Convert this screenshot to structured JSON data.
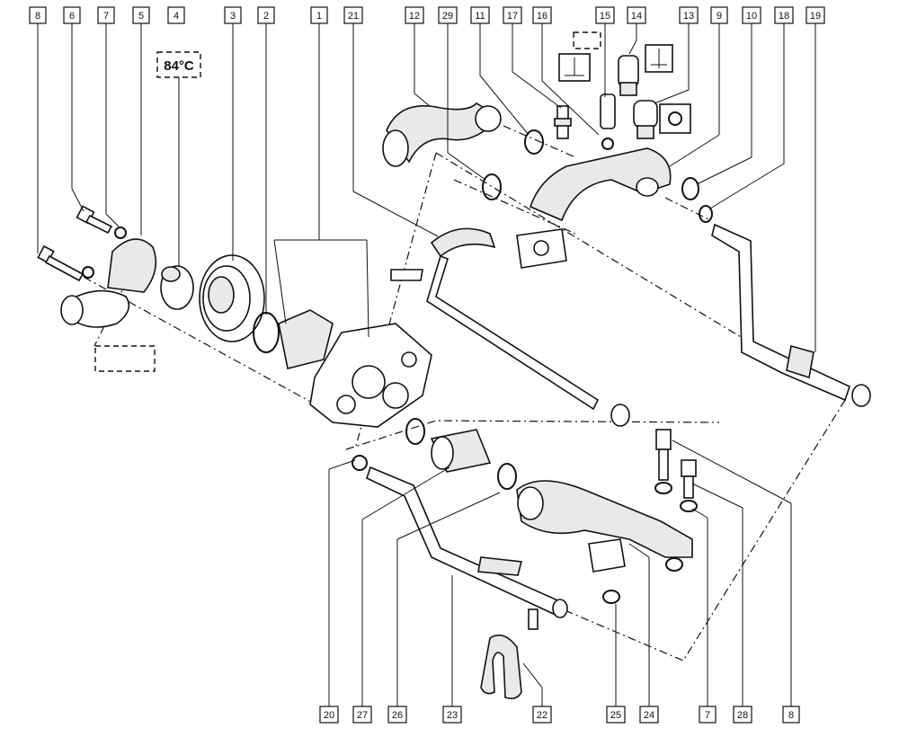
{
  "diagram": {
    "top_callouts": [
      "8",
      "6",
      "7",
      "5",
      "4",
      "3",
      "2",
      "1",
      "21",
      "12",
      "29",
      "11",
      "17",
      "16",
      "15",
      "14",
      "13",
      "9",
      "10",
      "18",
      "19"
    ],
    "bottom_callouts": [
      "20",
      "27",
      "26",
      "23",
      "22",
      "25",
      "24",
      "7",
      "28",
      "8"
    ],
    "thermostat_temperature": "84°C",
    "icons": [
      "temperature-sensor-symbol-icon",
      "coolant-temperature-icon",
      "heat-temperature-icon"
    ]
  }
}
